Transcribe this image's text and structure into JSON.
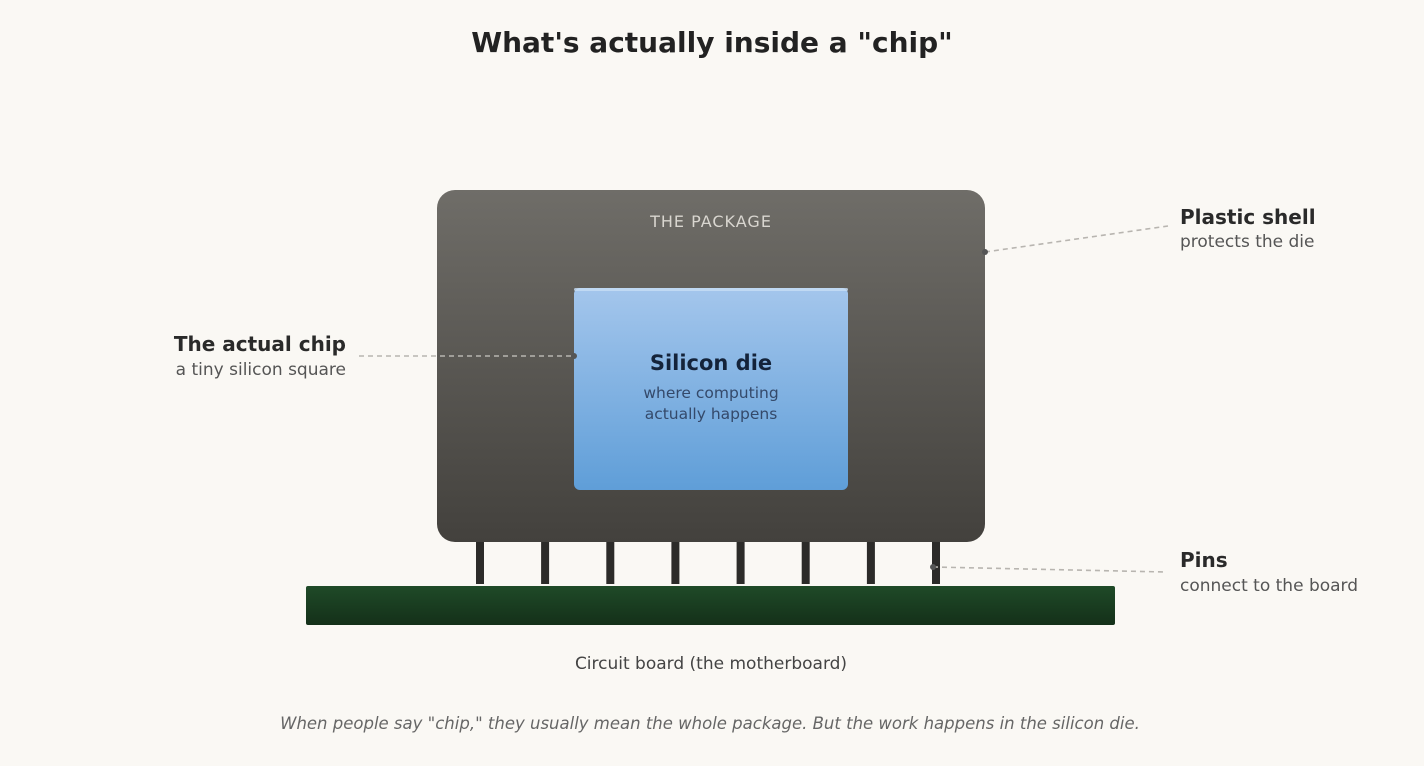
{
  "title": "What's actually inside a \"chip\"",
  "package": {
    "label": "THE PACKAGE"
  },
  "die": {
    "title": "Silicon die",
    "subtitle_line1": "where computing",
    "subtitle_line2": "actually happens"
  },
  "callouts": {
    "chip": {
      "title": "The actual chip",
      "subtitle": "a tiny silicon square"
    },
    "shell": {
      "title": "Plastic shell",
      "subtitle": "protects the die"
    },
    "pins": {
      "title": "Pins",
      "subtitle": "connect to the board"
    }
  },
  "board": {
    "label": "Circuit board (the motherboard)"
  },
  "caption": "When people say \"chip,\" they usually mean the whole package. But the work happens in the silicon die.",
  "pin_count": 8,
  "colors": {
    "background": "#faf8f4",
    "package_top": "#6f6d68",
    "package_bottom": "#43413d",
    "die_top": "#a4c6ec",
    "die_bottom": "#5f9ed8",
    "board_top": "#1f4a28",
    "board_bottom": "#143019",
    "pins": "#2c2b29"
  }
}
